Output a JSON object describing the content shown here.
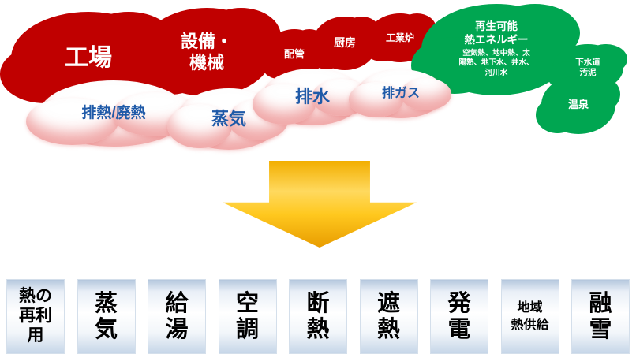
{
  "sources": {
    "factory": {
      "label": "工場"
    },
    "equipment": {
      "label": "設備・\n機械"
    },
    "piping": {
      "label": "配管"
    },
    "kitchen": {
      "label": "厨房"
    },
    "furnace": {
      "label": "工業炉"
    },
    "renewable": {
      "label": "再生可能\n熱エネルギー",
      "sublabel": "空気熱、地中熱、太\n陽熱、地下水、井水、\n河川水"
    },
    "sewage": {
      "label": "下水道\n汚泥"
    },
    "hot_spring": {
      "label": "温泉"
    }
  },
  "emissions": {
    "waste_heat": {
      "label": "排熱/廃熱"
    },
    "steam": {
      "label": "蒸気"
    },
    "wastewater": {
      "label": "排水"
    },
    "exhaust_gas": {
      "label": "排ガス"
    }
  },
  "applications": [
    {
      "label": "熱の\n再利\n用"
    },
    {
      "label": "蒸\n気"
    },
    {
      "label": "給\n湯"
    },
    {
      "label": "空\n調"
    },
    {
      "label": "断\n熱"
    },
    {
      "label": "遮\n熱"
    },
    {
      "label": "発\n電"
    },
    {
      "label": "地域\n熱供給"
    },
    {
      "label": "融\n雪"
    }
  ],
  "colors": {
    "industrial_red": "#C00000",
    "renewable_green": "#00A651",
    "cloud_text_blue": "#1F5AA8",
    "arrow_gold": "#FFC000",
    "application_box_blue": "#B4C7DD",
    "label_white": "#FFFFFF",
    "application_text": "#000000"
  }
}
